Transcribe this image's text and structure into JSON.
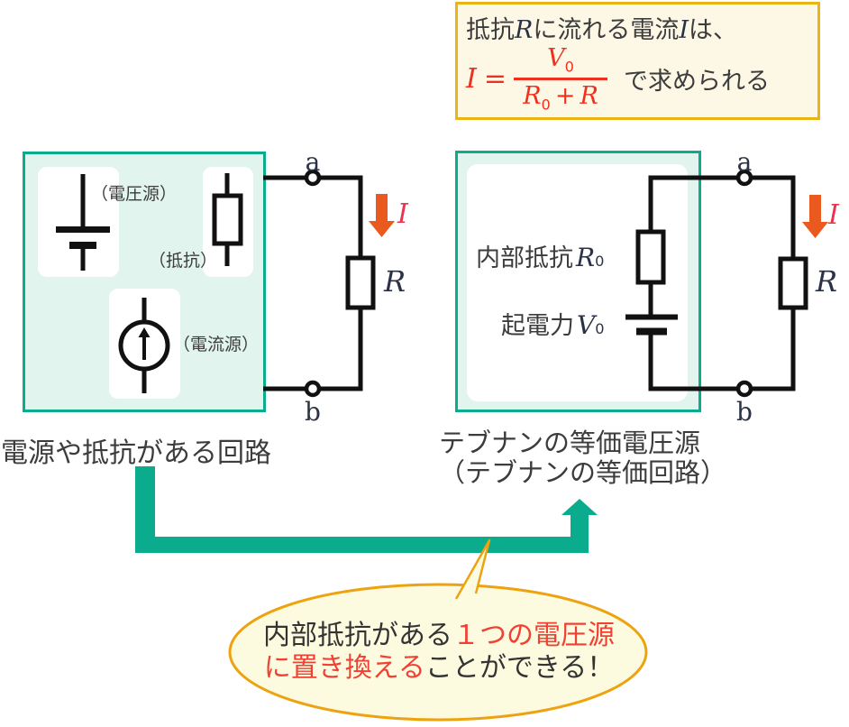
{
  "colors": {
    "teal": "#0bab8e",
    "mint_fill": "#e2f4ee",
    "formula_border_gold": "#e9b414",
    "formula_fill_cream": "#fdf8e6",
    "bubble_border_gold": "#eda30f",
    "bubble_fill_cream": "#fdfbdf",
    "formula_red": "#f0301f",
    "current_label_red": "#e93350",
    "arrow_orange": "#ea5a1e",
    "math_navy": "#2c3246",
    "text_dark": "#3c3c3c",
    "wire_black": "#111111"
  },
  "formula_box": {
    "line1_pre": "抵抗",
    "line1_var1": "R",
    "line1_mid": "に流れる電流",
    "line1_var2": "I",
    "line1_post": "は、",
    "eq_lhs": "I",
    "eq_sign": "=",
    "num_var": "V",
    "num_sub": "0",
    "den_var1": "R",
    "den_sub1": "0",
    "den_plus": "+",
    "den_var2": "R",
    "suffix": "で求められる"
  },
  "source_circuit": {
    "caption": "電源や抵抗がある回路",
    "voltage_source_label": "（電圧源）",
    "resistor_label": "（抵抗）",
    "current_source_label": "（電流源）",
    "terminal_a": "a",
    "terminal_b": "b",
    "load_resistor": "R",
    "current": "I"
  },
  "thevenin_circuit": {
    "caption_line1": "テブナンの等価電圧源",
    "caption_line2": "（テブナンの等価回路）",
    "internal_resistance_label": "内部抵抗",
    "internal_resistance_var": "R",
    "internal_resistance_sub": "0",
    "emf_label": "起電力",
    "emf_var": "V",
    "emf_sub": "0",
    "terminal_a": "a",
    "terminal_b": "b",
    "load_resistor": "R",
    "current": "I"
  },
  "bubble": {
    "line1_black": "内部抵抗がある",
    "line1_red": "１つの電圧源",
    "line2_red": "に置き換える",
    "line2_black": "ことができる！"
  }
}
